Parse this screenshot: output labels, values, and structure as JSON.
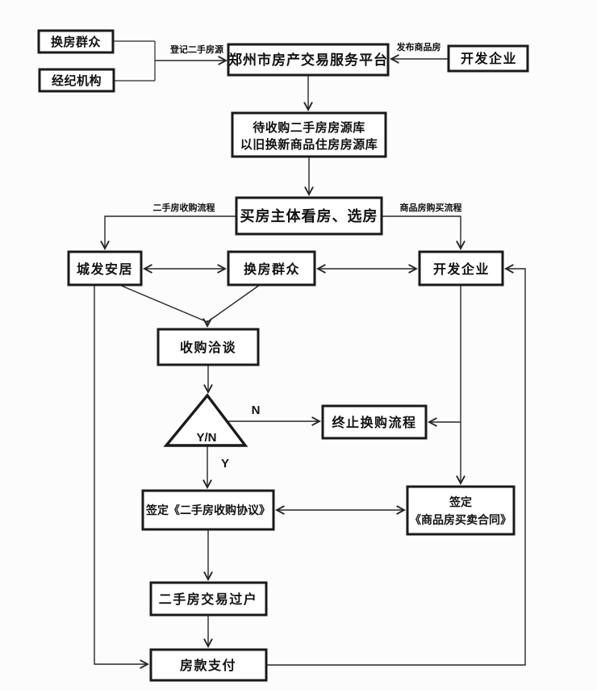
{
  "diagram": {
    "colors": {
      "background": "#fcfcfc",
      "box_fill": "#ffffff",
      "box_border": "#1a1a1a",
      "line": "#262626",
      "text": "#111111"
    },
    "nodes": {
      "huanfang_top": "换房群众",
      "jingji": "经纪机构",
      "platform": "郑州市房产交易服务平台",
      "kaifa_top": "开发企业",
      "fangyuanku_line1": "待收购二手房房源库",
      "fangyuanku_line2": "以旧换新商品住房房源库",
      "maifang": "买房主体看房、选房",
      "chengfa": "城发安居",
      "huanfang_mid": "换房群众",
      "kaifa_mid": "开发企业",
      "shougou": "收购洽谈",
      "decision": "Y/N",
      "zhongzhi": "终止换购流程",
      "qianding_ershou": "签定《二手房收购协议》",
      "qianding_shangpin_line1": "签定",
      "qianding_shangpin_line2": "《商品房买卖合同》",
      "guohu": "二手房交易过户",
      "fangkuan": "房款支付"
    },
    "edge_labels": {
      "register": "登记二手房源",
      "publish": "发布商品房",
      "secondhand_flow": "二手房收购流程",
      "commodity_flow": "商品房购买流程",
      "no": "N",
      "yes": "Y"
    }
  }
}
